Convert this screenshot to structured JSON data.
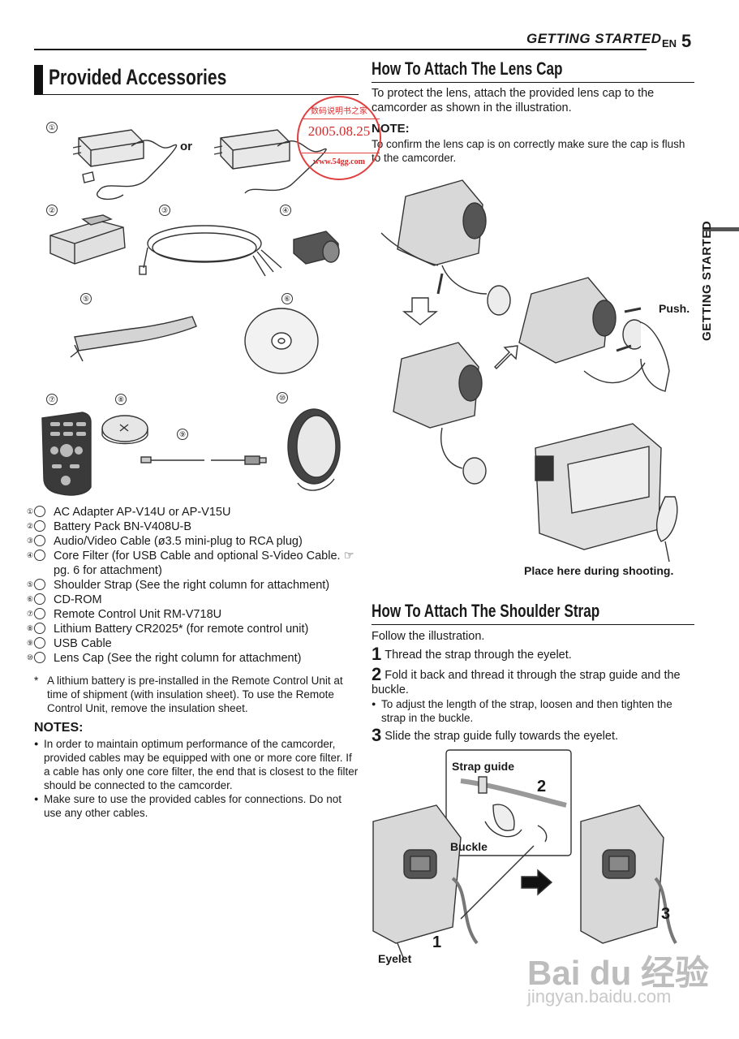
{
  "header": {
    "running_title": "GETTING STARTED",
    "lang": "EN",
    "page_number": "5"
  },
  "side_tab": {
    "label": "GETTING STARTED"
  },
  "left": {
    "title": "Provided Accessories",
    "or_label": "or",
    "markers": [
      "①",
      "②",
      "③",
      "④",
      "⑤",
      "⑥",
      "⑦",
      "⑧",
      "⑨",
      "⑩"
    ],
    "items": [
      {
        "n": "①",
        "text": "AC Adapter AP-V14U or AP-V15U"
      },
      {
        "n": "②",
        "text": "Battery Pack BN-V408U-B"
      },
      {
        "n": "③",
        "text": "Audio/Video Cable (ø3.5 mini-plug to RCA plug)"
      },
      {
        "n": "④",
        "text": "Core Filter (for USB Cable and optional S-Video Cable. ☞ pg. 6 for attachment)"
      },
      {
        "n": "⑤",
        "text": "Shoulder Strap (See the right column for attachment)"
      },
      {
        "n": "⑥",
        "text": "CD-ROM"
      },
      {
        "n": "⑦",
        "text": "Remote Control Unit RM-V718U"
      },
      {
        "n": "⑧",
        "text": "Lithium Battery CR2025* (for remote control unit)"
      },
      {
        "n": "⑨",
        "text": "USB Cable"
      },
      {
        "n": "⑩",
        "text": "Lens Cap (See the right column for attachment)"
      }
    ],
    "footnote_mark": "*",
    "footnote": "A lithium battery is pre-installed in the Remote Control Unit at time of shipment (with insulation sheet). To use the Remote Control Unit, remove the insulation sheet.",
    "notes_title": "NOTES:",
    "notes": [
      "In order to maintain optimum performance of the camcorder, provided cables may be equipped with one or more core filter. If a cable has only one core filter, the end that is closest to the filter should be connected to the camcorder.",
      "Make sure to use the provided cables for connections. Do not use any other cables."
    ]
  },
  "lens_cap": {
    "title": "How To Attach The Lens Cap",
    "intro": "To protect the lens, attach the provided lens cap to the camcorder as shown in the illustration.",
    "note_title": "NOTE:",
    "note": "To confirm the lens cap is on correctly make sure the cap is flush to the camcorder.",
    "push_label": "Push.",
    "shooting_label": "Place here during shooting."
  },
  "strap": {
    "title": "How To Attach The Shoulder Strap",
    "intro": "Follow the illustration.",
    "steps": [
      {
        "n": "1",
        "text": "Thread the strap through the eyelet."
      },
      {
        "n": "2",
        "text": "Fold it back and thread it through the strap guide and the buckle."
      },
      {
        "n": "3",
        "text": "Slide the strap guide fully towards the eyelet."
      }
    ],
    "bullet": "To adjust the length of the strap, loosen and then tighten the strap in the buckle.",
    "labels": {
      "strap_guide": "Strap guide",
      "buckle": "Buckle",
      "eyelet": "Eyelet",
      "n1": "1",
      "n2": "2",
      "n3": "3"
    }
  },
  "stamp": {
    "line1": "数码说明书之家",
    "line2": "2005.08.25",
    "line3": "www.54gg.com"
  },
  "watermark": {
    "brand": "Bai du 经验",
    "url": "jingyan.baidu.com"
  },
  "colors": {
    "ink": "#1a1a1a",
    "stamp": "#d92a2a",
    "gray": "#8a8a8a"
  }
}
